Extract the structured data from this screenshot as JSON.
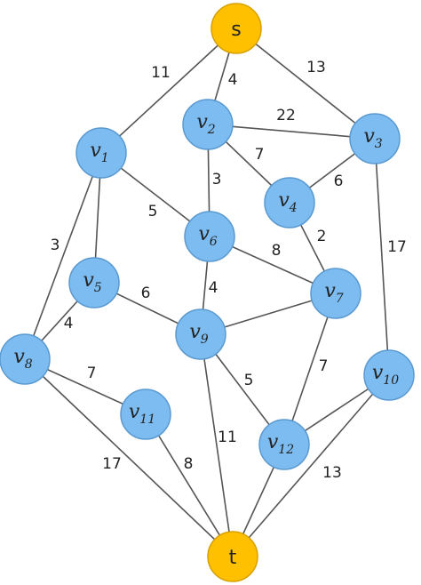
{
  "colors": {
    "edge": "#555555",
    "node_fill": "#7cbcf0",
    "node_stroke": "#5a9ad0",
    "terminal_fill": "#ffc000",
    "terminal_stroke": "#d9a000",
    "text": "#222222"
  },
  "nodes": [
    {
      "id": "s",
      "kind": "terminal",
      "label": "s"
    },
    {
      "id": "t",
      "kind": "terminal",
      "label": "t"
    },
    {
      "id": "v1",
      "kind": "vertex",
      "label": "v",
      "sub": "1"
    },
    {
      "id": "v2",
      "kind": "vertex",
      "label": "v",
      "sub": "2"
    },
    {
      "id": "v3",
      "kind": "vertex",
      "label": "v",
      "sub": "3"
    },
    {
      "id": "v4",
      "kind": "vertex",
      "label": "v",
      "sub": "4"
    },
    {
      "id": "v5",
      "kind": "vertex",
      "label": "v",
      "sub": "5"
    },
    {
      "id": "v6",
      "kind": "vertex",
      "label": "v",
      "sub": "6"
    },
    {
      "id": "v7",
      "kind": "vertex",
      "label": "v",
      "sub": "7"
    },
    {
      "id": "v8",
      "kind": "vertex",
      "label": "v",
      "sub": "8"
    },
    {
      "id": "v9",
      "kind": "vertex",
      "label": "v",
      "sub": "9"
    },
    {
      "id": "v10",
      "kind": "vertex",
      "label": "v",
      "sub": "10"
    },
    {
      "id": "v11",
      "kind": "vertex",
      "label": "v",
      "sub": "11"
    },
    {
      "id": "v12",
      "kind": "vertex",
      "label": "v",
      "sub": "12"
    }
  ],
  "edges": [
    {
      "from": "s",
      "to": "v1",
      "weight": "11"
    },
    {
      "from": "s",
      "to": "v2",
      "weight": "4"
    },
    {
      "from": "s",
      "to": "v3",
      "weight": "13"
    },
    {
      "from": "v2",
      "to": "v3",
      "weight": "22"
    },
    {
      "from": "v2",
      "to": "v4",
      "weight": "7"
    },
    {
      "from": "v2",
      "to": "v6",
      "weight": "3"
    },
    {
      "from": "v4",
      "to": "v3",
      "weight": "6"
    },
    {
      "from": "v4",
      "to": "v7",
      "weight": "2"
    },
    {
      "from": "v3",
      "to": "v10",
      "weight": "17"
    },
    {
      "from": "v1",
      "to": "v6",
      "weight": "5"
    },
    {
      "from": "v1",
      "to": "v8",
      "weight": "3"
    },
    {
      "from": "v1",
      "to": "v5",
      "weight": ""
    },
    {
      "from": "v6",
      "to": "v7",
      "weight": "8"
    },
    {
      "from": "v6",
      "to": "v9",
      "weight": "4"
    },
    {
      "from": "v5",
      "to": "v9",
      "weight": "6"
    },
    {
      "from": "v5",
      "to": "v8",
      "weight": "4"
    },
    {
      "from": "v9",
      "to": "v7",
      "weight": ""
    },
    {
      "from": "v7",
      "to": "v12",
      "weight": "7"
    },
    {
      "from": "v9",
      "to": "v12",
      "weight": "5"
    },
    {
      "from": "v9",
      "to": "t",
      "weight": "11"
    },
    {
      "from": "v8",
      "to": "v11",
      "weight": "7"
    },
    {
      "from": "v8",
      "to": "t",
      "weight": "17"
    },
    {
      "from": "v11",
      "to": "t",
      "weight": "8"
    },
    {
      "from": "v12",
      "to": "t",
      "weight": ""
    },
    {
      "from": "v12",
      "to": "v10",
      "weight": ""
    },
    {
      "from": "v10",
      "to": "t",
      "weight": "13"
    }
  ]
}
